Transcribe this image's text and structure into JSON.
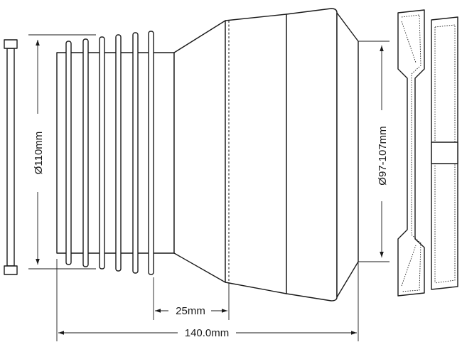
{
  "dimensions": {
    "diameter_outer": "Ø110mm",
    "diameter_inner": "Ø97-107mm",
    "insert_length": "25mm",
    "total_length": "140.0mm"
  },
  "colors": {
    "line": "#1a1a1a",
    "background": "#ffffff"
  }
}
